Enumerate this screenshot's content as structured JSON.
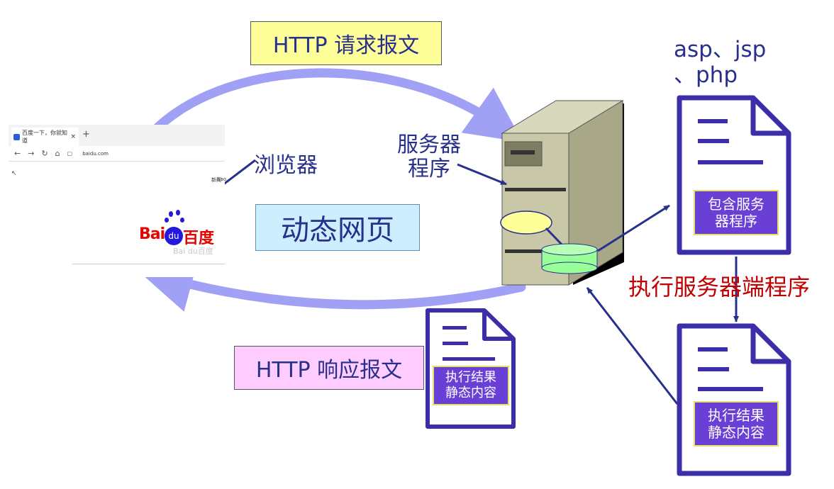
{
  "labels": {
    "http_request": "HTTP 请求报文",
    "http_response": "HTTP 响应报文",
    "dynamic_page": "动态网页",
    "browser": "浏览器",
    "server_program_line1": "服务器",
    "server_program_line2": "程序",
    "asp_line1": "asp、jsp",
    "asp_line2": "、php",
    "exec_server_program": "执行服务器端程序"
  },
  "documents": {
    "doc_server_program": {
      "line1": "包含服务",
      "line2": "器程序"
    },
    "doc_result_right": {
      "line1": "执行结果",
      "line2": "静态内容"
    },
    "doc_result_center": {
      "line1": "执行结果",
      "line2": "静态内容"
    }
  },
  "browser_mock": {
    "tab_title": "百度一下，你就知道",
    "tab_close": "×",
    "new_tab": "+",
    "url": "baidu.com",
    "nav_back": "←",
    "nav_forward": "→",
    "nav_refresh": "↻",
    "nav_home": "⌂",
    "nav_lock": "🔒",
    "link_news": "新闻",
    "link_hao": "hao",
    "cursor": "↖",
    "logo_en": "Bai",
    "logo_du": "du",
    "logo_cn": "百度",
    "logo_reflection": "Bai du百度"
  },
  "colors": {
    "arrow_light": "#a0a0f5",
    "arrow_dark": "#27308a",
    "doc_border": "#3c2da8",
    "server_body": "#c8c8a8",
    "server_side": "#a8a888",
    "exec_text": "#c00000",
    "logo_red": "#e10602",
    "logo_blue": "#2319dc"
  }
}
